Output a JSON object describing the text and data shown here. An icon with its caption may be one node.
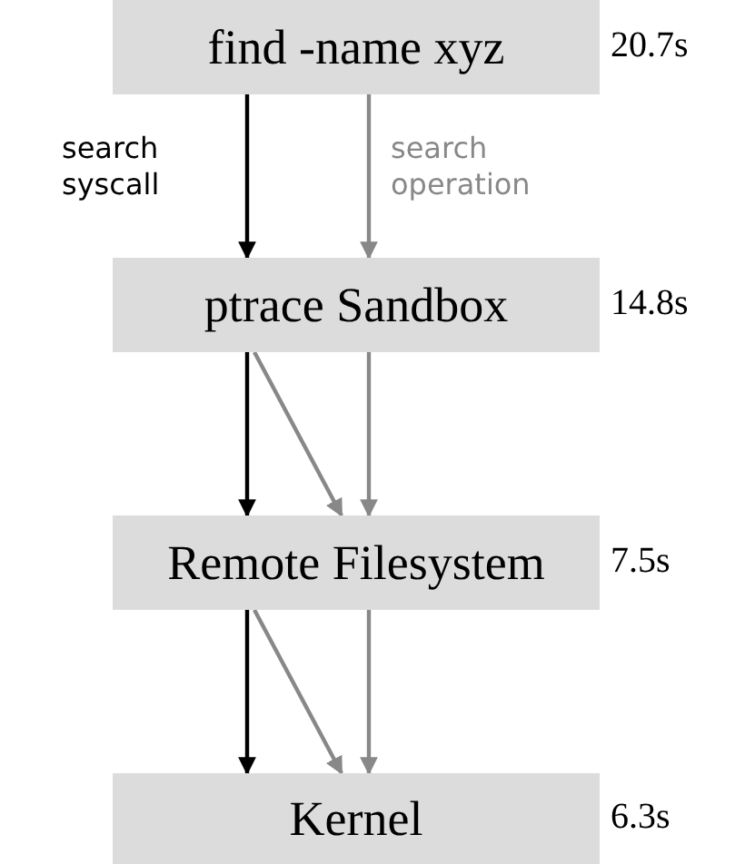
{
  "diagram": {
    "nodes": [
      {
        "text": [
          "find -name xyz"
        ],
        "beside": [
          "20.7s"
        ]
      },
      {
        "text": [
          "ptrace Sandbox"
        ],
        "beside": [
          "14.8s"
        ]
      },
      {
        "text": [
          "Remote Filesystem"
        ],
        "beside": [
          "7.5s"
        ]
      },
      {
        "text": [
          "Kernel"
        ],
        "beside": [
          "6.3s"
        ]
      }
    ],
    "edges": [
      {
        "from": 0,
        "to": 1,
        "arrow": "to",
        "label": "search syscall",
        "color": "#000000"
      },
      {
        "from": 0,
        "to": 1,
        "arrow": "to",
        "label": "search operation"
      },
      {
        "from": 1,
        "to": 2,
        "arrow": "to",
        "color": "#000000"
      },
      {
        "from": 1,
        "to": 2,
        "arrow": "to"
      },
      {
        "from": 1,
        "to": 2,
        "arrow": "to"
      },
      {
        "from": 2,
        "to": 3,
        "arrow": "to",
        "color": "#000000"
      },
      {
        "from": 2,
        "to": 3,
        "arrow": "to"
      },
      {
        "from": 2,
        "to": 3,
        "arrow": "to"
      }
    ]
  }
}
